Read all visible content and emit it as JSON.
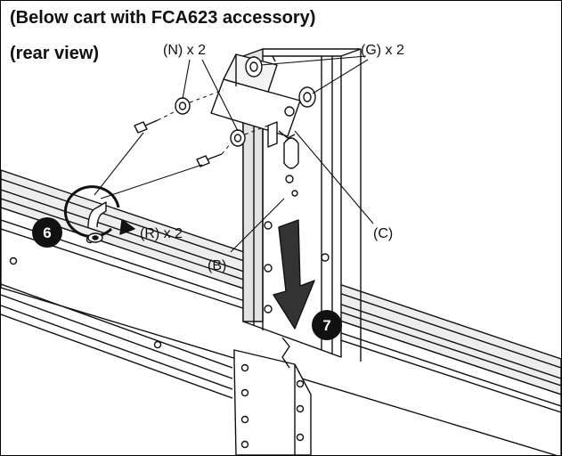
{
  "header": {
    "title_line1": "(Below cart with FCA623 accessory)",
    "title_line2": "(rear view)"
  },
  "labels": {
    "n_washers": "(N) x 2",
    "g_washers": "(G) x 2",
    "r_screws": "(R) x 2",
    "b_part": "(B)",
    "c_part": "(C)"
  },
  "steps": {
    "step6": "6",
    "step7": "7"
  },
  "icons": {
    "rotate": "clockwise-screwdriver-rotation-icon",
    "arrow": "downward-arrow-icon"
  },
  "colors": {
    "line": "#111111",
    "fill": "#ffffff",
    "light": "#e6e6e6",
    "mid": "#bdbdbd",
    "arrow": "#333333"
  }
}
